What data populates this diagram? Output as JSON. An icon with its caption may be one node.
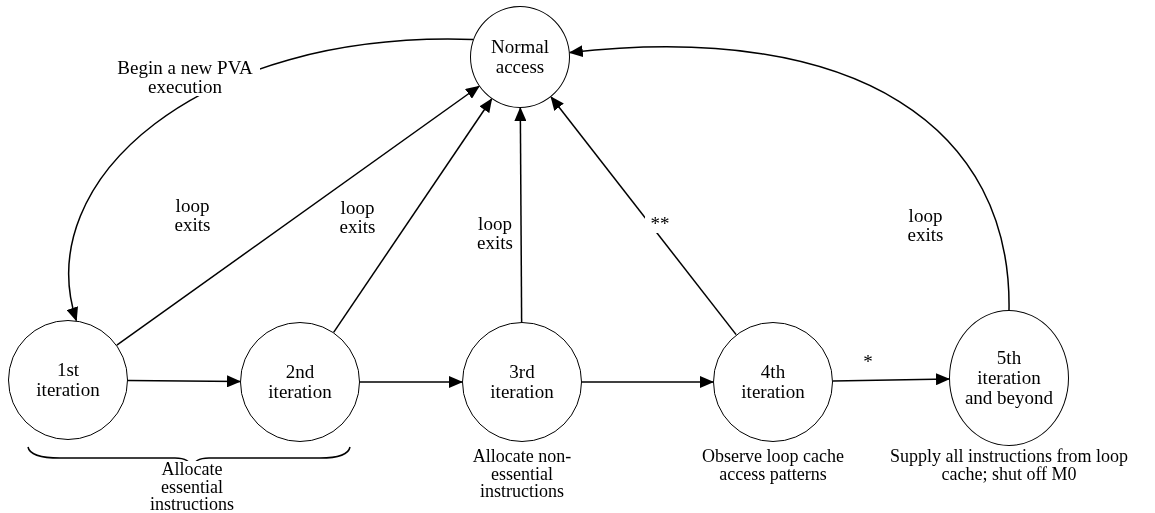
{
  "diagram": {
    "nodes": [
      {
        "text": [
          "Normal access"
        ]
      },
      {
        "text": [
          "1st iteration"
        ]
      },
      {
        "text": [
          "2nd iteration"
        ]
      },
      {
        "text": [
          "3rd iteration"
        ],
        "beside": [
          "Allocate non-essential instructions"
        ]
      },
      {
        "text": [
          "4th iteration"
        ],
        "beside": [
          "Observe loop cache access patterns"
        ]
      },
      {
        "text": [
          "5th iteration and beyond"
        ],
        "beside": [
          "Supply all instructions from loop cache; shut off M0"
        ]
      }
    ],
    "edges": [
      {
        "from": 0,
        "to": 1,
        "arrow": "to",
        "label": "Begin a new PVA execution"
      },
      {
        "from": 1,
        "to": 0,
        "arrow": "to",
        "label": "loop exits"
      },
      {
        "from": 2,
        "to": 0,
        "arrow": "to",
        "label": "loop exits"
      },
      {
        "from": 3,
        "to": 0,
        "arrow": "to",
        "label": "loop exits"
      },
      {
        "from": 4,
        "to": 0,
        "arrow": "to",
        "label": "**"
      },
      {
        "from": 5,
        "to": 0,
        "arrow": "to",
        "label": "loop exits"
      },
      {
        "from": 1,
        "to": 2,
        "arrow": "to"
      },
      {
        "from": 2,
        "to": 3,
        "arrow": "to"
      },
      {
        "from": 3,
        "to": 4,
        "arrow": "to"
      },
      {
        "from": 4,
        "to": 5,
        "arrow": "to",
        "label": "*"
      }
    ],
    "labels": [
      "Allocate essential instructions"
    ]
  }
}
